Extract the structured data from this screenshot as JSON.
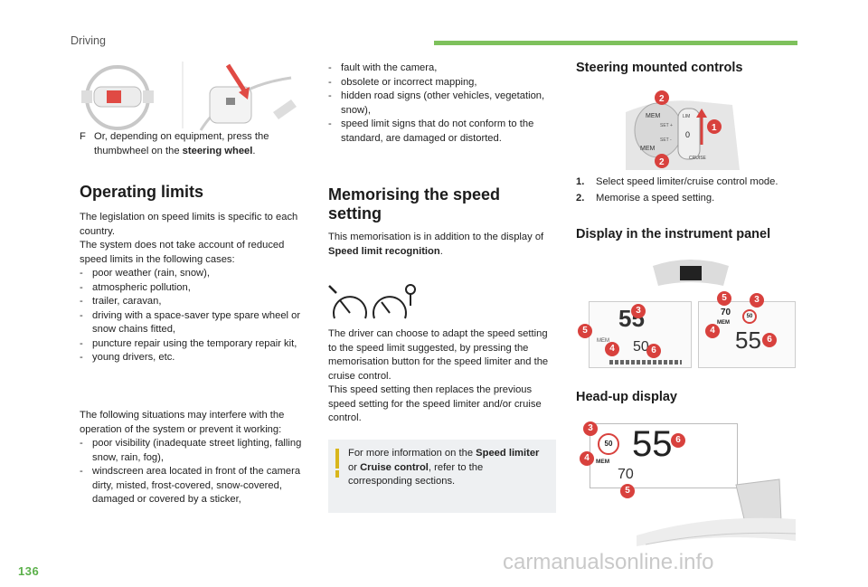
{
  "header": {
    "section": "Driving"
  },
  "page": {
    "number": "136",
    "watermark": "carmanualsonline.info"
  },
  "thumbwheel_step": {
    "marker": "F",
    "text": "Or, depending on equipment, press the thumbwheel on the ",
    "bold": "steering wheel",
    "end": "."
  },
  "operating_limits": {
    "title": "Operating limits",
    "p1": "The legislation on speed limits is specific to each country.",
    "p2": "The system does not take account of reduced speed limits in the following cases:",
    "list1": [
      "poor weather (rain, snow),",
      "atmospheric pollution,",
      "trailer, caravan,",
      "driving with a space-saver type spare wheel or snow chains fitted,",
      "puncture repair using the temporary repair kit,",
      "young drivers, etc."
    ],
    "p3": "The following situations may interfere with the operation of the system or prevent it working:",
    "list2": [
      "poor visibility (inadequate street lighting, falling snow, rain, fog),",
      "windscreen area located in front of the camera dirty, misted, frost-covered, snow-covered, damaged or covered by a sticker,"
    ]
  },
  "col2_list": [
    "fault with the camera,",
    "obsolete or incorrect mapping,",
    "hidden road signs (other vehicles, vegetation, snow),",
    "speed limit signs that do not conform to the standard, are damaged or distorted."
  ],
  "memorising": {
    "title_line1": "Memorising the speed",
    "title_line2": "setting",
    "p1a": "This memorisation is in addition to the display of ",
    "p1b": "Speed limit recognition",
    "p1c": ".",
    "p2": "The driver can choose to adapt the speed setting to the speed limit suggested, by pressing the memorisation button for the speed limiter and the cruise control.",
    "p3": "This speed setting then replaces the previous speed setting for the speed limiter and/or cruise control.",
    "info_a": "For more information on the ",
    "info_b": "Speed limiter",
    "info_c": " or ",
    "info_d": "Cruise control",
    "info_e": ", refer to the corresponding sections."
  },
  "steering_controls": {
    "title": "Steering mounted controls",
    "items": [
      {
        "num": "1.",
        "text": "Select speed limiter/cruise control mode."
      },
      {
        "num": "2.",
        "text": "Memorise a speed setting."
      }
    ],
    "labels": {
      "mem": "MEM",
      "set_plus": "SET +",
      "set_minus": "SET -",
      "cruise": "CRUISE",
      "lim": "LIM",
      "zero": "0",
      "n1": "1",
      "n2a": "2",
      "n2b": "2"
    }
  },
  "instrument_panel": {
    "title": "Display in the instrument panel",
    "left": {
      "speed": "55",
      "limit": "50",
      "mem": "MEM"
    },
    "right": {
      "speed": "55",
      "set": "70",
      "mem": "MEM",
      "limit": "50"
    },
    "callouts": [
      "3",
      "5",
      "4",
      "6",
      "5",
      "3",
      "4",
      "6"
    ]
  },
  "headup": {
    "title": "Head-up display",
    "speed": "55",
    "limit": "50",
    "mem": "MEM",
    "set": "70",
    "callouts": [
      "3",
      "6",
      "4",
      "5"
    ]
  },
  "colors": {
    "accent_green": "#7ec15c",
    "callout_red": "#d8413d",
    "info_yellow": "#d8b61c"
  }
}
